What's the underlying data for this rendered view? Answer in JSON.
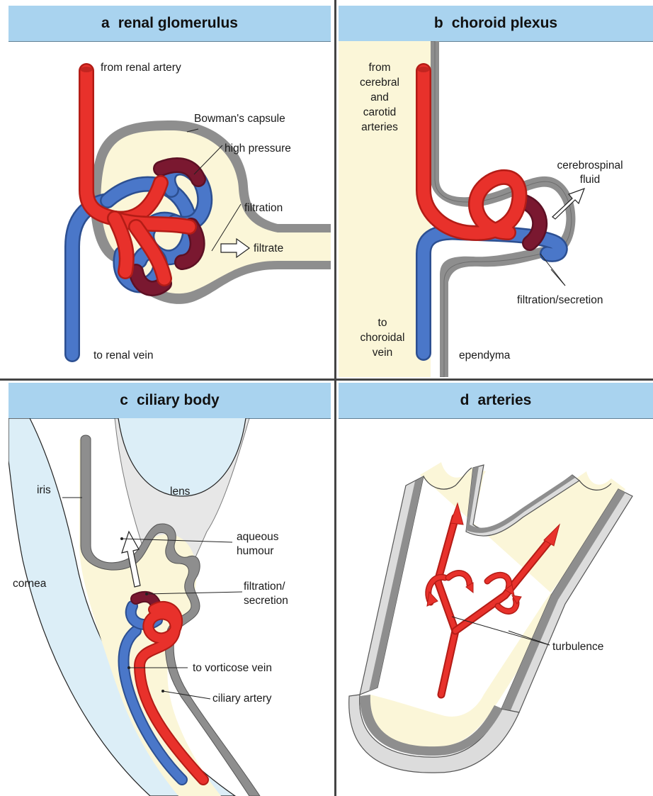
{
  "panels": {
    "a": {
      "letter": "a",
      "title": "renal glomerulus",
      "labels": {
        "from_artery": "from renal artery",
        "bowman": "Bowman's capsule",
        "high_pressure": "high pressure",
        "filtration": "filtration",
        "filtrate": "filtrate",
        "to_vein": "to renal vein"
      }
    },
    "b": {
      "letter": "b",
      "title": "choroid plexus",
      "labels": {
        "from_1": "from",
        "from_2": "cerebral",
        "from_3": "and",
        "from_4": "carotid",
        "from_5": "arteries",
        "csf_1": "cerebrospinal",
        "csf_2": "fluid",
        "filt_sec": "filtration/secretion",
        "to_1": "to",
        "to_2": "choroidal",
        "to_3": "vein",
        "ependyma": "ependyma"
      }
    },
    "c": {
      "letter": "c",
      "title": "ciliary body",
      "labels": {
        "iris": "iris",
        "lens": "lens",
        "aqueous_1": "aqueous",
        "aqueous_2": "humour",
        "cornea": "cornea",
        "filt_1": "filtration/",
        "filt_2": "secretion",
        "vorticose": "to vorticose vein",
        "ciliary_artery": "ciliary artery"
      }
    },
    "d": {
      "letter": "d",
      "title": "arteries",
      "labels": {
        "turbulence": "turbulence"
      }
    }
  },
  "colors": {
    "header_bg": "#a9d3ef",
    "fluid": "#fbf6d8",
    "artery": "#e8312b",
    "vein": "#4a77c9",
    "mixed": "#7a1830",
    "wall": "#9a9a9a",
    "cornea": "#dceef7"
  }
}
